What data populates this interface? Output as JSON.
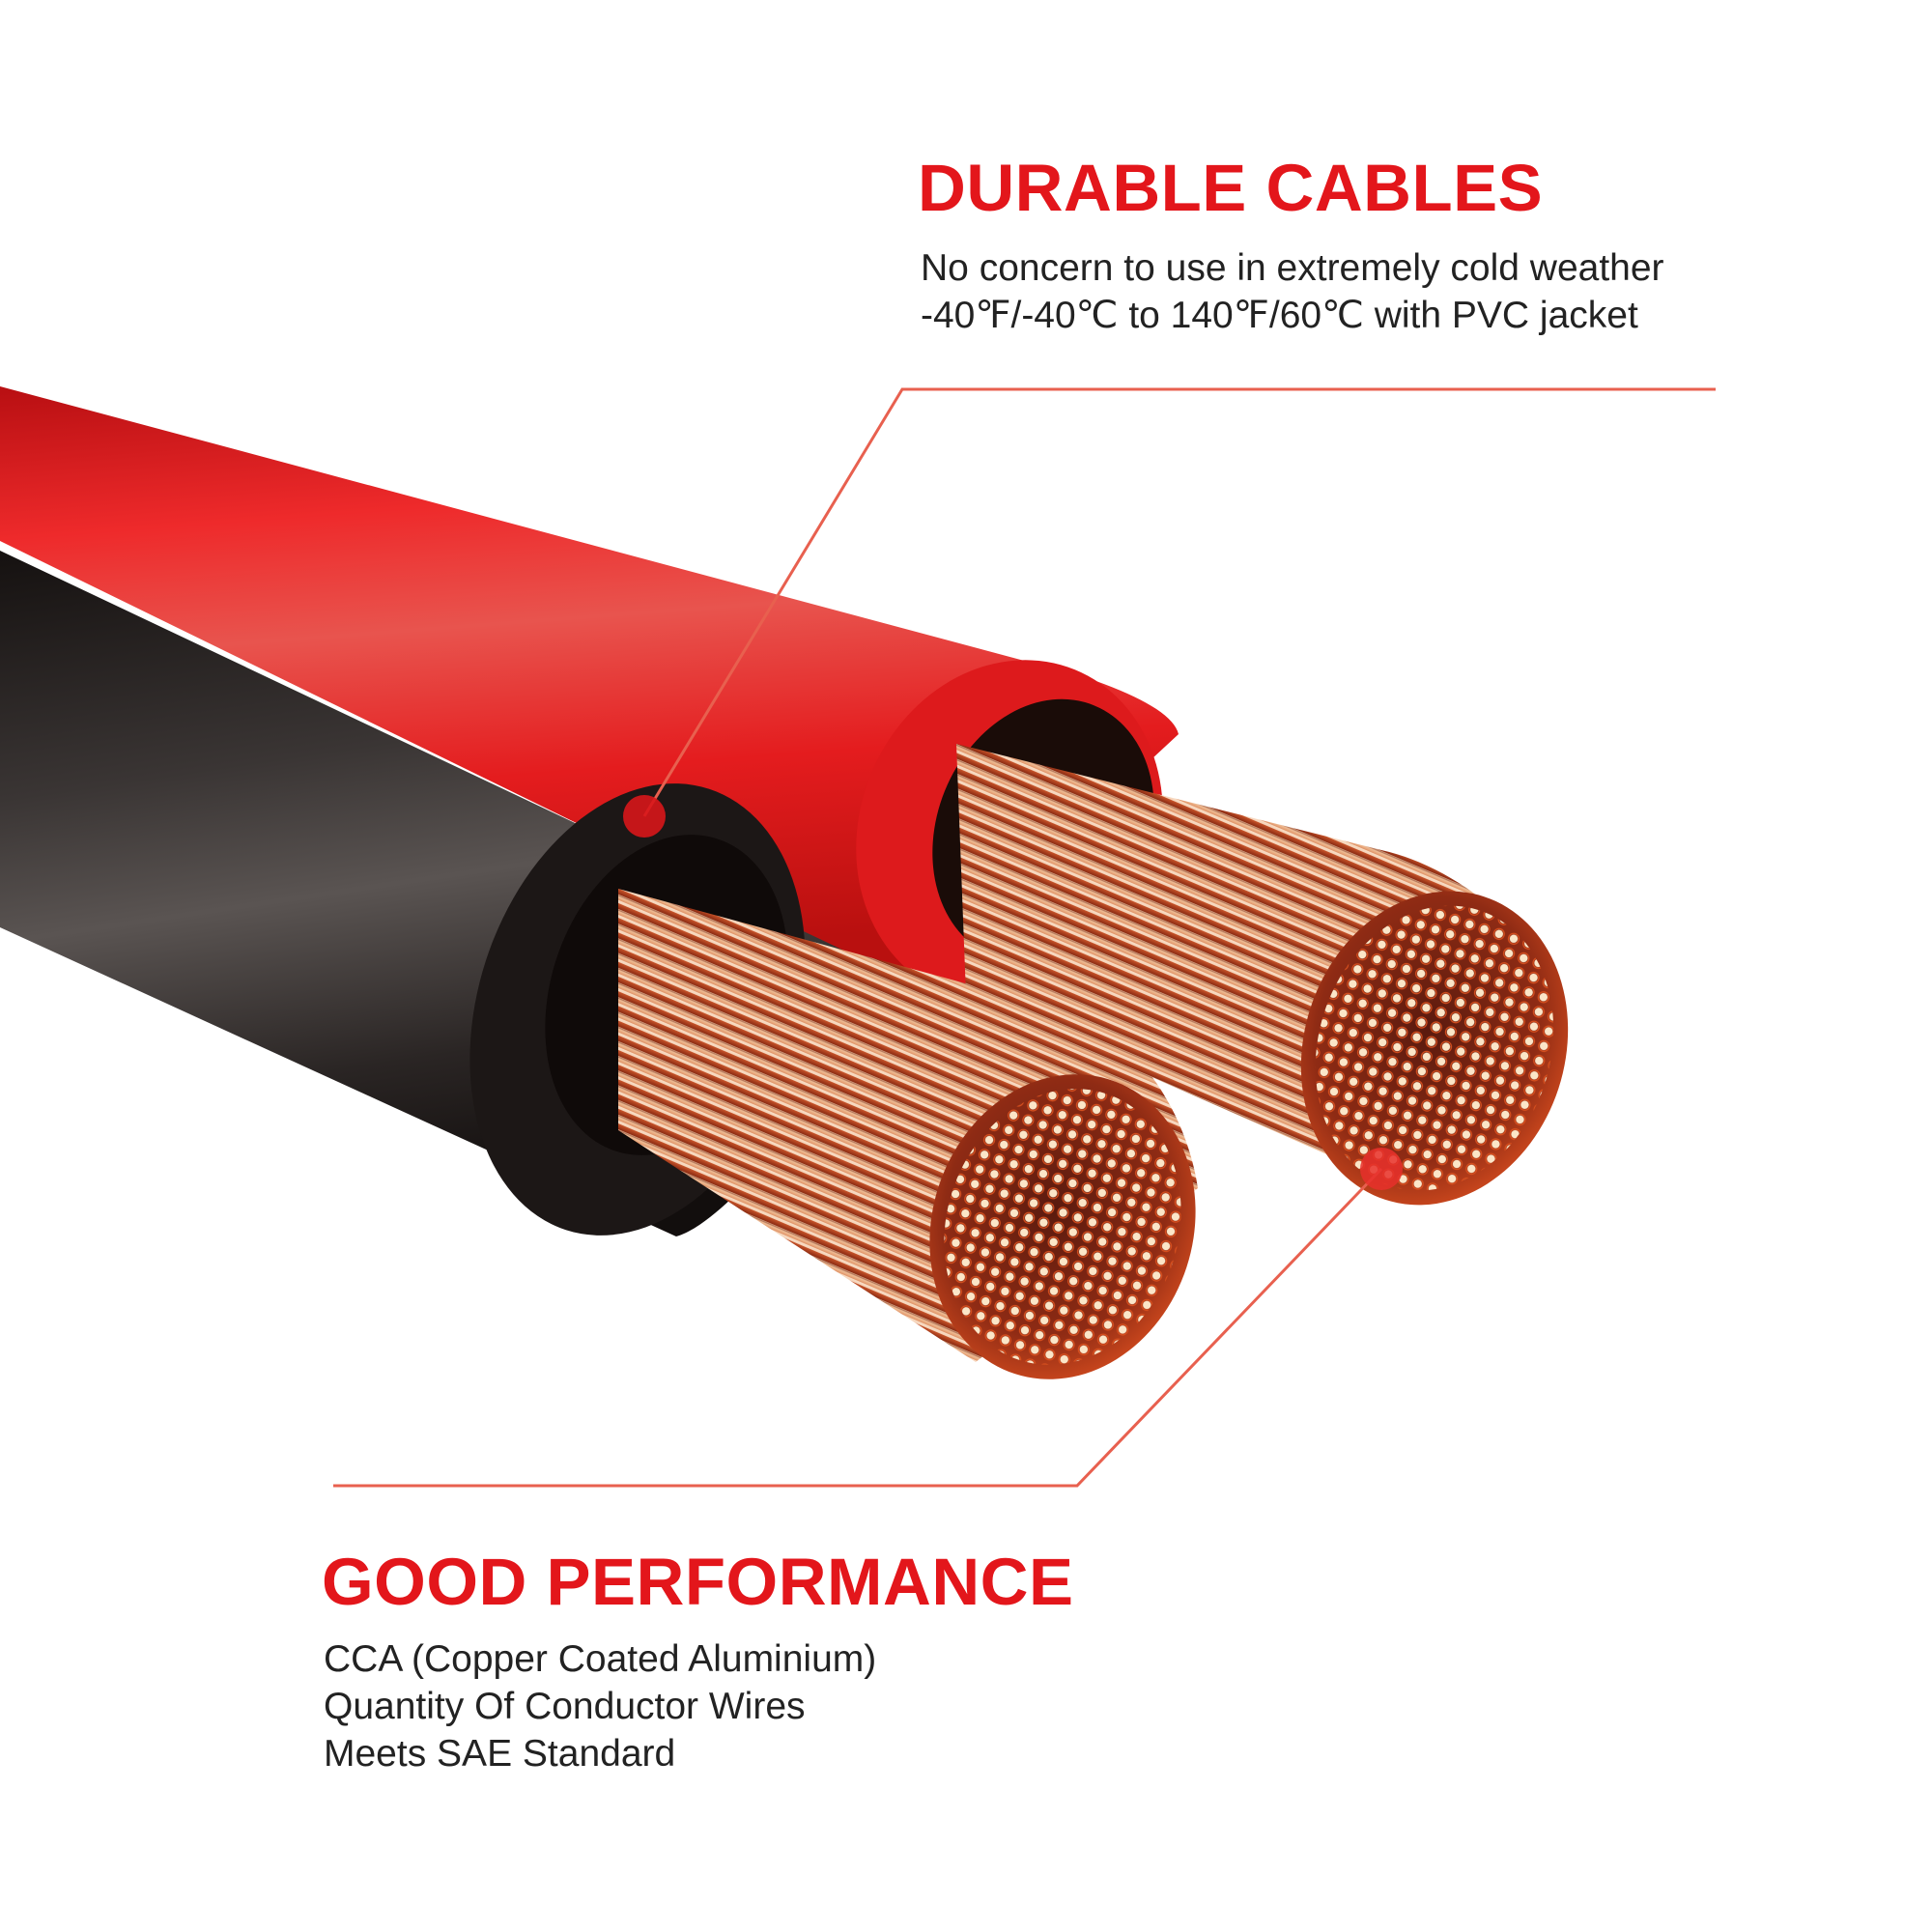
{
  "durable": {
    "heading": "DURABLE CABLES",
    "lines": [
      "No concern to use in extremely cold weather",
      "-40℉/-40℃ to 140℉/60℃ with PVC jacket"
    ]
  },
  "performance": {
    "heading": "GOOD PERFORMANCE",
    "lines": [
      "CCA (Copper Coated Aluminium)",
      "Quantity Of Conductor Wires",
      "Meets SAE Standard"
    ]
  },
  "colors": {
    "accent": "#e3161b",
    "red_jacket": "#e5191c",
    "black_jacket": "#1e1a19",
    "copper": "#c2461a",
    "copper_highlight": "#fbe3c2",
    "text": "#222222"
  }
}
